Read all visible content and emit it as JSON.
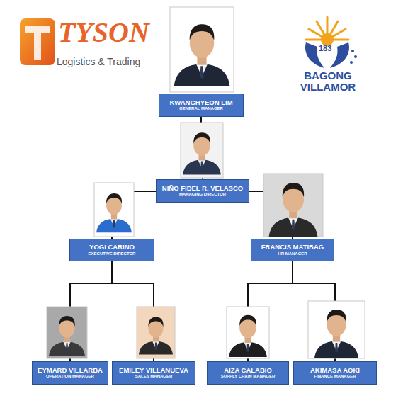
{
  "diagram": {
    "nodes": [
      {
        "text": [
          "KWANGHYEON LIM",
          "GENERAL MANAGER"
        ]
      },
      {
        "text": [
          "NIÑO FIDEL R. VELASCO",
          "MANAGING DIRECTOR"
        ]
      },
      {
        "text": [
          "YOGI CARIÑO",
          "EXECUTIVE DIRECTOR"
        ]
      },
      {
        "text": [
          "FRANCIS MATIBAG",
          "HR MANAGER"
        ]
      },
      {
        "text": [
          "EYMARD VILLARBA",
          "OPERATION MANAGER"
        ]
      },
      {
        "text": [
          "EMILEY VILLANUEVA",
          "SALES MANAGER"
        ]
      },
      {
        "text": [
          "AIZA CALABIO",
          "SUPPLY CHAIN MANAGER"
        ]
      },
      {
        "text": [
          "AKIMASA AOKI",
          "FINANCE MANAGER"
        ]
      }
    ],
    "edges": [
      {
        "from": 0,
        "to": 1,
        "arrow": "none"
      },
      {
        "from": 1,
        "to": 2,
        "arrow": "none"
      },
      {
        "from": 1,
        "to": 3,
        "arrow": "none"
      },
      {
        "from": 2,
        "to": 4,
        "arrow": "none"
      },
      {
        "from": 2,
        "to": 5,
        "arrow": "none"
      },
      {
        "from": 3,
        "to": 6,
        "arrow": "none"
      },
      {
        "from": 3,
        "to": 7,
        "arrow": "none"
      }
    ],
    "labels": [
      "TYSON",
      "Logistics & Trading",
      "183",
      "BAGONG VILLAMOR"
    ]
  }
}
